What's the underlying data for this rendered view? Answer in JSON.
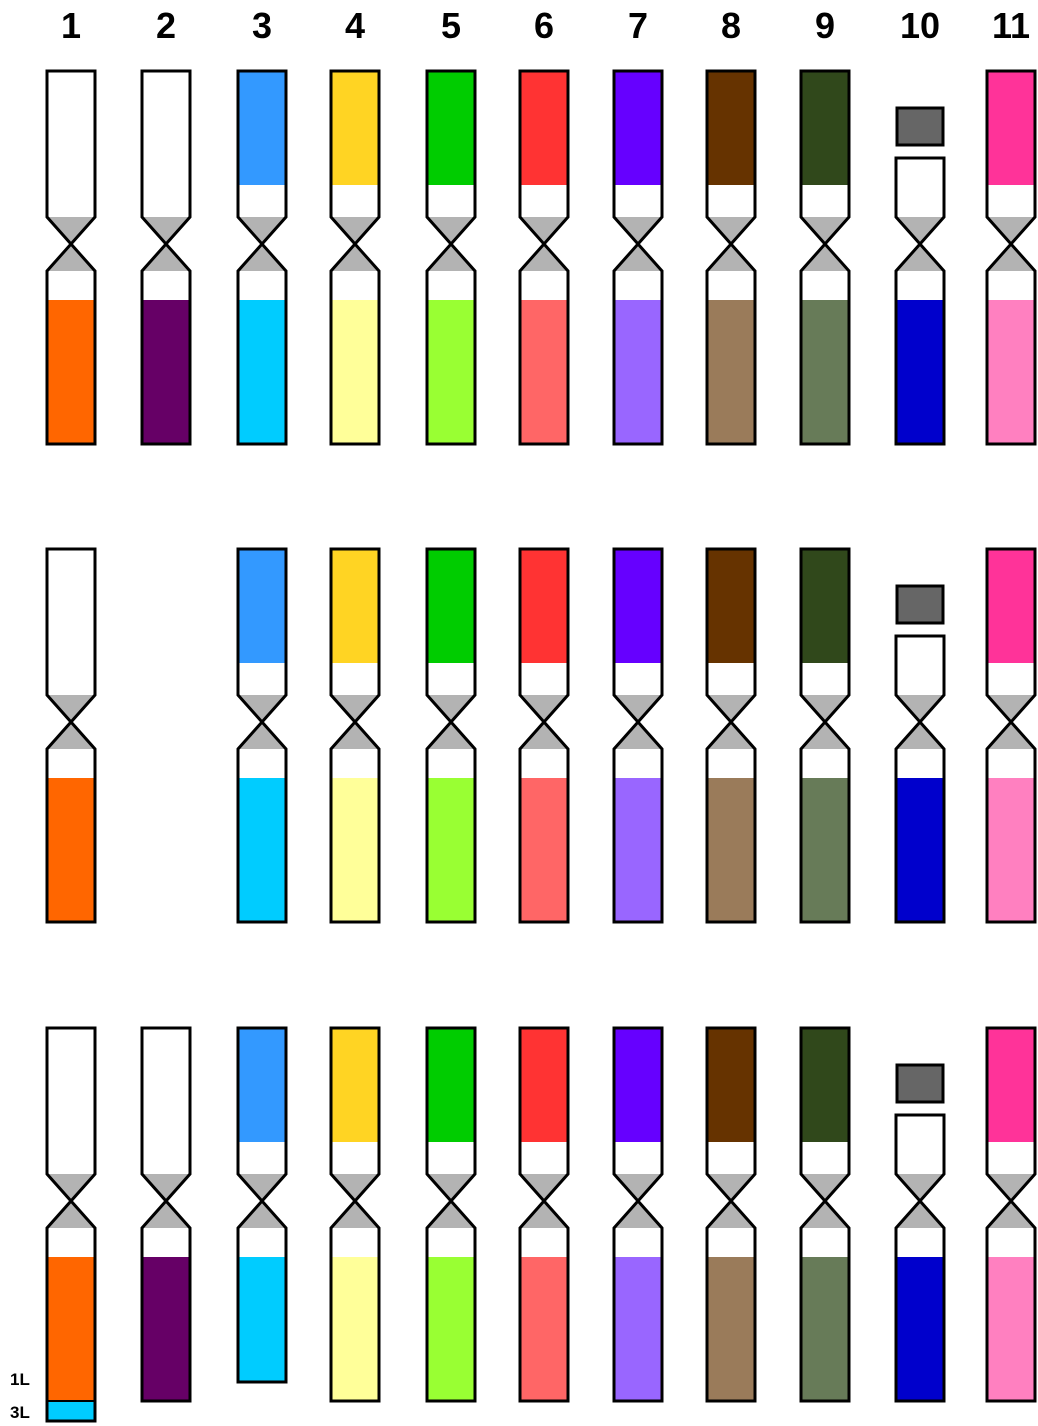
{
  "title": "",
  "chromosome_numbers": [
    "1",
    "2",
    "3",
    "4",
    "5",
    "6",
    "7",
    "8",
    "9",
    "10",
    "11"
  ],
  "colors": {
    "1": {
      "short_arm": "#ffffff",
      "long_arm": "#ff6600"
    },
    "2": {
      "short_arm": "#ffffff",
      "long_arm": "#660066"
    },
    "3": {
      "short_arm": "#3399ff",
      "long_arm": "#00ccff"
    },
    "4": {
      "short_arm": "#ffd423",
      "long_arm": "#ffff99"
    },
    "5": {
      "short_arm": "#00cc00",
      "long_arm": "#99ff33"
    },
    "6": {
      "short_arm": "#ff3333",
      "long_arm": "#ff6666"
    },
    "7": {
      "short_arm": "#6600ff",
      "long_arm": "#9966ff"
    },
    "8": {
      "short_arm": "#663300",
      "long_arm": "#9a7b5a"
    },
    "9": {
      "short_arm": "#30481b",
      "long_arm": "#677b58"
    },
    "10": {
      "short_arm": "#ffffff",
      "long_arm": "#0000cc",
      "satellite": "#666666"
    },
    "11": {
      "short_arm": "#ff3399",
      "long_arm": "#ff80c0"
    },
    "centromere": "#b3b3b3"
  },
  "karyotypes": [
    {
      "present": [
        "1",
        "2",
        "3",
        "4",
        "5",
        "6",
        "7",
        "8",
        "9",
        "10",
        "11"
      ],
      "translocation": null
    },
    {
      "present": [
        "1",
        "3",
        "4",
        "5",
        "6",
        "7",
        "8",
        "9",
        "10",
        "11"
      ],
      "translocation": null
    },
    {
      "present": [
        "1",
        "2",
        "3",
        "4",
        "5",
        "6",
        "7",
        "8",
        "9",
        "10",
        "11"
      ],
      "translocation": {
        "recipient": "1",
        "donor": "3",
        "shortened": "3",
        "recipient_label": "1L",
        "donor_label": "3L"
      }
    }
  ]
}
